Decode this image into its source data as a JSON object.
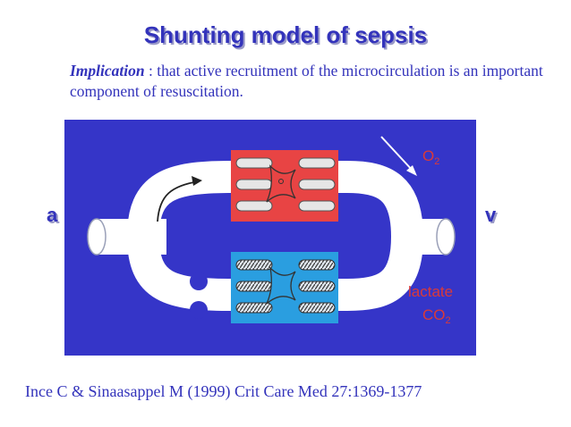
{
  "title": "Shunting model of sepsis",
  "implication": {
    "lead": "Implication",
    "text": " : that active recruitment of the microcirculation is an important component of resuscitation."
  },
  "labels": {
    "arterial": "a",
    "venous": "v",
    "oxygen": "O",
    "oxygen_sub": "2",
    "lactate": "lactate",
    "co2": "CO",
    "co2_sub": "2"
  },
  "citation": "Ince C & Sinaasappel M (1999)  Crit Care Med 27:1369-1377",
  "colors": {
    "panel": "#3535c8",
    "upper_cell": "#e84444",
    "lower_cell": "#2a9ee0",
    "vessel": "#ffffff",
    "text": "#3333bb",
    "label_red": "#d93a3a"
  }
}
